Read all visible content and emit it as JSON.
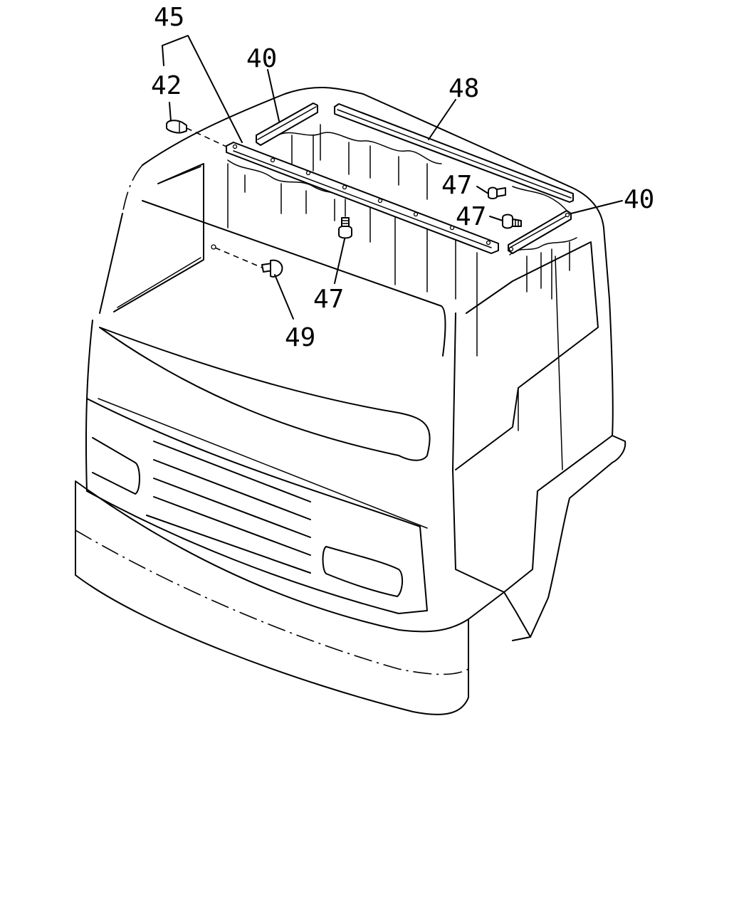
{
  "callouts": {
    "c45": "45",
    "c42": "42",
    "c40_left": "40",
    "c48": "48",
    "c47_upper": "47",
    "c47_mid": "47",
    "c40_right": "40",
    "c47_center": "47",
    "c49": "49"
  }
}
